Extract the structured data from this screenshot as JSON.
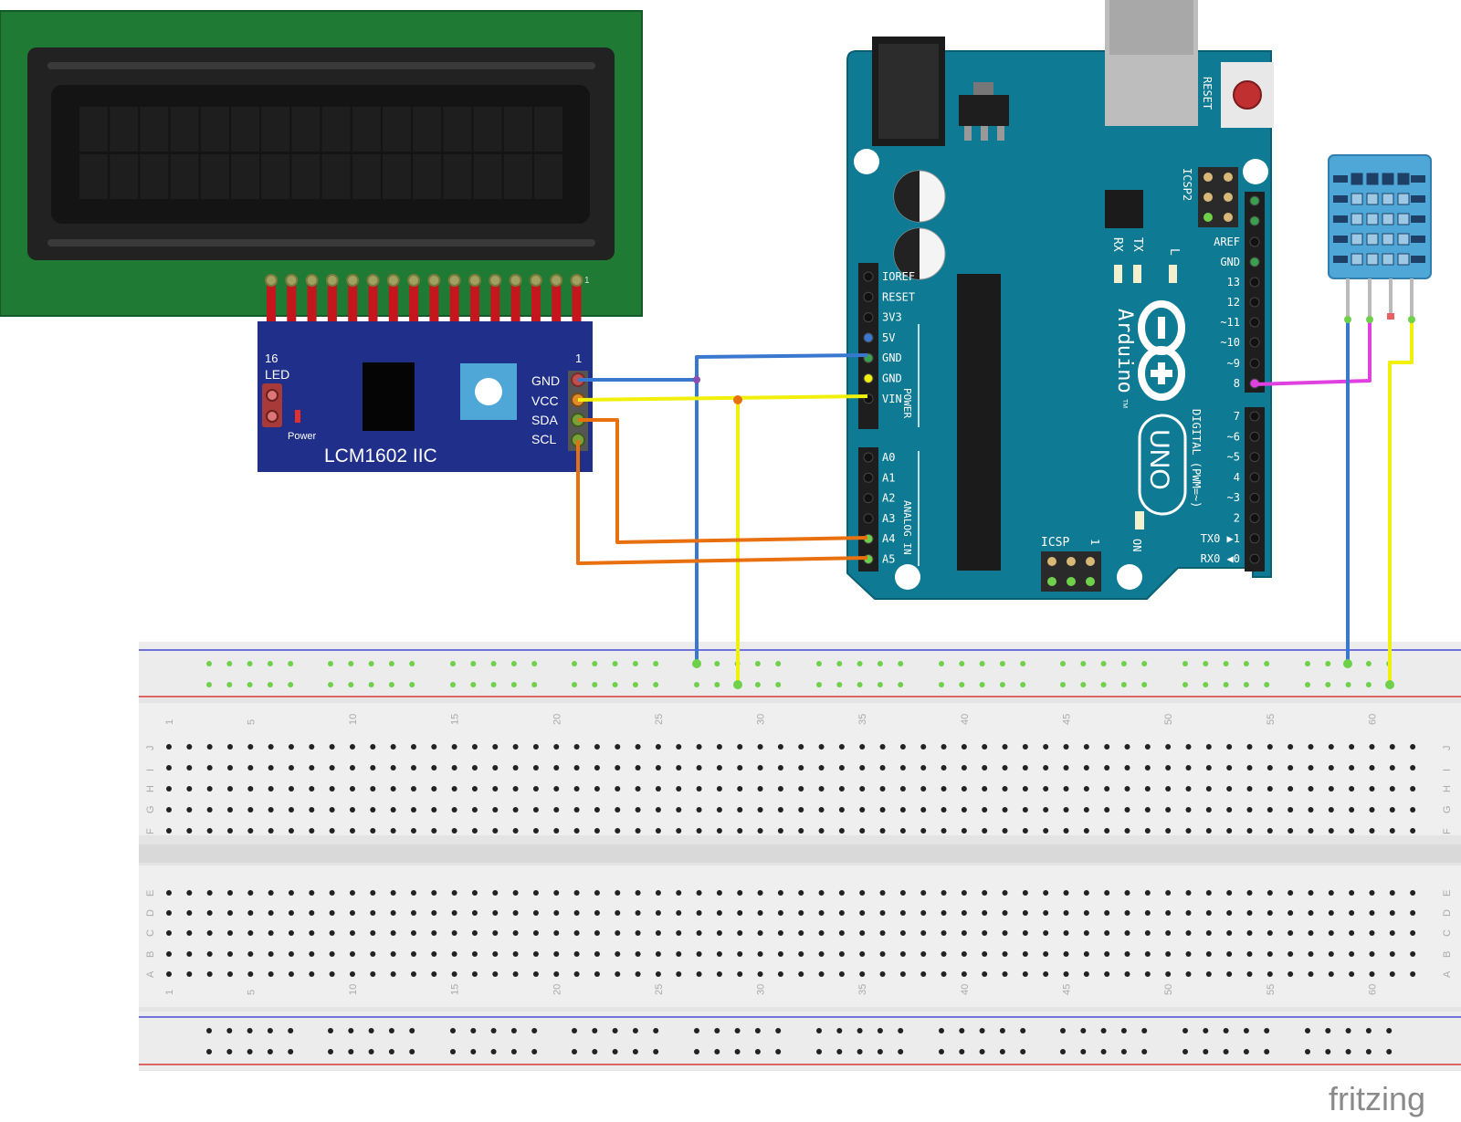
{
  "lcd_module": {
    "title": "LCM1602 IIC",
    "pin_first": "1",
    "pin_last": "16",
    "led_label": "LED",
    "power_label": "Power",
    "lcd_pin1_label": "1",
    "pins": [
      "GND",
      "VCC",
      "SDA",
      "SCL"
    ]
  },
  "arduino": {
    "brand": "Arduino",
    "tm": "TM",
    "model": "UNO",
    "reset_label": "RESET",
    "icsp2_label": "ICSP2",
    "icsp_label": "ICSP",
    "icsp_pin1": "1",
    "on_label": "ON",
    "leds": [
      "RX",
      "TX",
      "L"
    ],
    "power_header_label": "POWER",
    "analog_header_label": "ANALOG IN",
    "digital_header_label": "DIGITAL (PWM=~)",
    "power_pins": [
      "IOREF",
      "RESET",
      "3V3",
      "5V",
      "GND",
      "GND",
      "VIN"
    ],
    "analog_pins": [
      "A0",
      "A1",
      "A2",
      "A3",
      "A4",
      "A5"
    ],
    "digital_upper": [
      "AREF",
      "GND",
      "13",
      "12",
      "~11",
      "~10",
      "~9",
      "8"
    ],
    "digital_lower": [
      "7",
      "~6",
      "~5",
      "4",
      "~3",
      "2",
      "TX0 ▶1",
      "RX0 ◀0"
    ]
  },
  "breadboard": {
    "column_numbers": [
      "1",
      "5",
      "10",
      "15",
      "20",
      "25",
      "30",
      "35",
      "40",
      "45",
      "50",
      "55",
      "60"
    ],
    "rows_top": [
      "J",
      "I",
      "H",
      "G",
      "F"
    ],
    "rows_bottom": [
      "E",
      "D",
      "C",
      "B",
      "A"
    ]
  },
  "wires": [
    {
      "from": "LCD GND",
      "to": "5V",
      "color": "#3a78d0"
    },
    {
      "from": "LCD VCC",
      "to": "GND",
      "color": "#f0f00a"
    },
    {
      "from": "LCD SDA",
      "to": "A4",
      "color": "#e8700f"
    },
    {
      "from": "LCD SCL",
      "to": "A5",
      "color": "#e8700f"
    },
    {
      "from": "DHT11 data",
      "to": "8",
      "color": "#e040e0"
    }
  ],
  "watermark": "fritzing",
  "colors": {
    "lcd_pcb": "#1f7a34",
    "i2c_board": "#1f2f8a",
    "arduino": "#0f7a93",
    "dht_body": "#4fa7d8",
    "breadboard": "#e6e6e6"
  }
}
